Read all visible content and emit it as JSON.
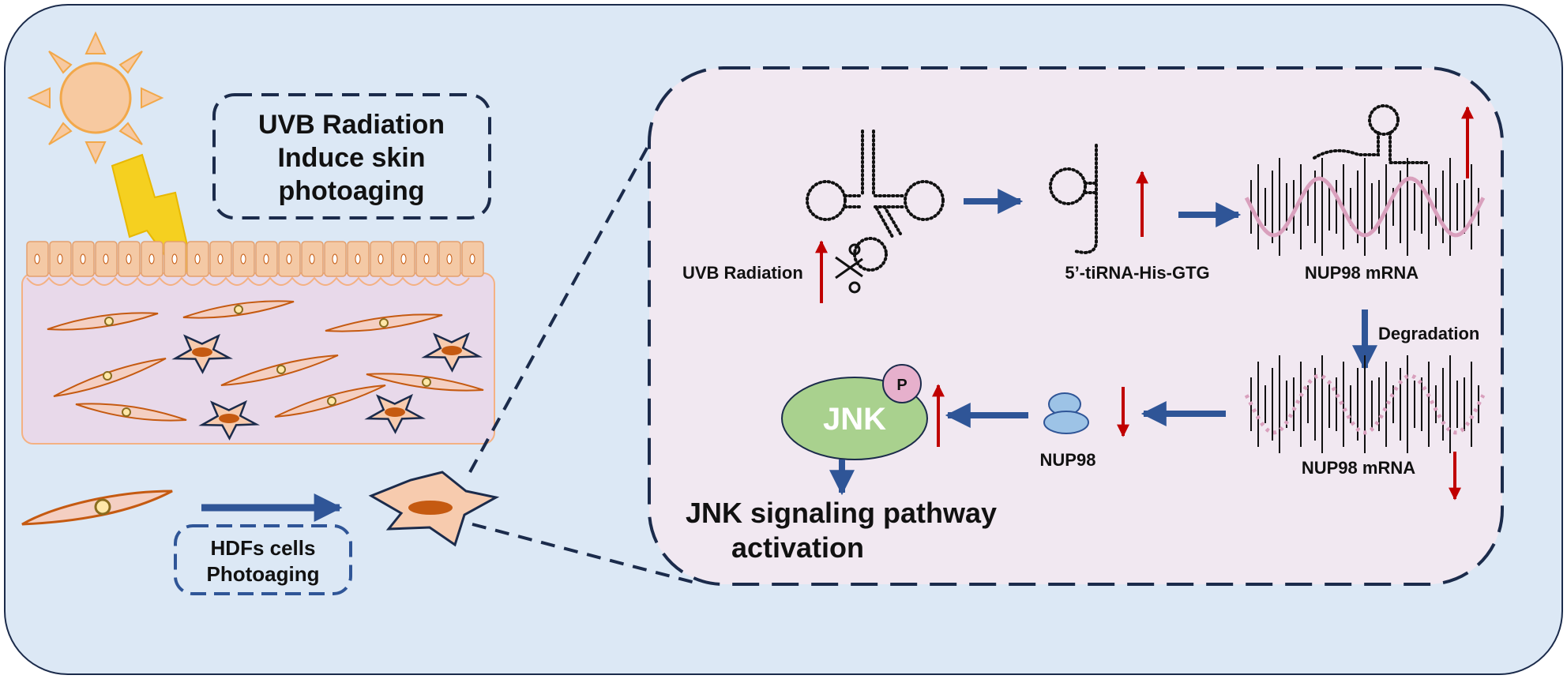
{
  "texts": {
    "uvb_box_line1": "UVB Radiation",
    "uvb_box_line2": "Induce skin",
    "uvb_box_line3": "photoaging",
    "hdfs_line1": "HDFs cells",
    "hdfs_line2": "Photoaging",
    "uvb_radiation": "UVB Radiation",
    "tirna": "5’-tiRNA-His-GTG",
    "nup98_mrna_top": "NUP98 mRNA",
    "degradation": "Degradation",
    "nup98_mrna_bottom": "NUP98 mRNA",
    "nup98_protein": "NUP98",
    "jnk": "JNK",
    "phospho": "P",
    "jnk_result_line1": "JNK signaling pathway",
    "jnk_result_line2": "activation"
  },
  "colors": {
    "outer_bg": "#dce8f5",
    "inner_bg": "#f1e8f1",
    "dashed_border": "#1b2b4b",
    "blue_arrow": "#2f5597",
    "red_arrow": "#c00000",
    "sun": "#f7c9a0",
    "lightning": "#f5d020",
    "jnk_fill": "#a9d18e",
    "phospho_fill": "#e6b0cc",
    "mrna_wave": "#d9a0bd",
    "nup98_fill": "#9dc3e6",
    "fibroblast": "#f4b183",
    "fibroblast_stroke": "#c55a11"
  },
  "icons": [
    "sun-icon",
    "lightning-icon",
    "scissors-icon",
    "trna-structure-icon",
    "tirna-fragment-icon",
    "mrna-icon",
    "nup98-protein-icon",
    "fibroblast-icon",
    "photoaged-cell-icon"
  ]
}
